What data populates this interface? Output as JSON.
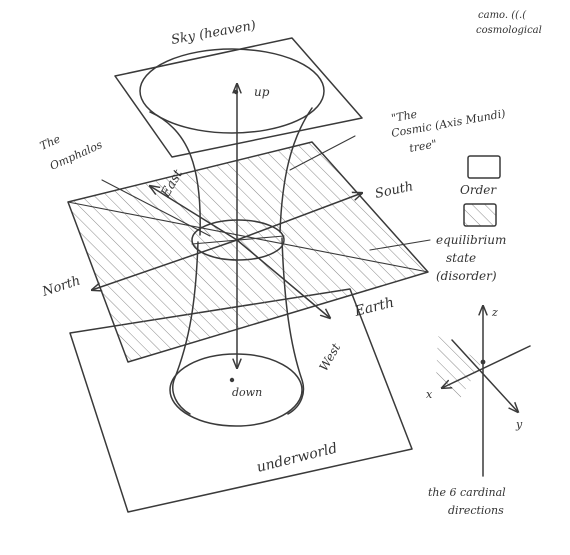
{
  "corner_note": [
    "camo. ((.(",
    "cosmological"
  ],
  "labels": {
    "sky": "Sky (heaven)",
    "up": "up",
    "down": "down",
    "axis_mundi_l1": "\"The",
    "axis_mundi_l2": "Cosmic (Axis Mundi)",
    "axis_mundi_l3": "tree\"",
    "omphalos_l1": "The",
    "omphalos_l2": "Omphalos",
    "east": "East",
    "south": "South",
    "north": "North",
    "west": "West",
    "earth": "Earth",
    "underworld": "underworld"
  },
  "legend": {
    "order": "Order",
    "equilibrium_l1": "equilibrium",
    "equilibrium_l2": "state",
    "equilibrium_l3": "(disorder)"
  },
  "axes_inset": {
    "z": "z",
    "x": "x",
    "y": "y"
  },
  "caption": [
    "the 6 cardinal",
    "directions"
  ],
  "colors": {
    "ink": "#3a3a3a",
    "hatch": "#6d6d6d",
    "paper": "#ffffff"
  }
}
